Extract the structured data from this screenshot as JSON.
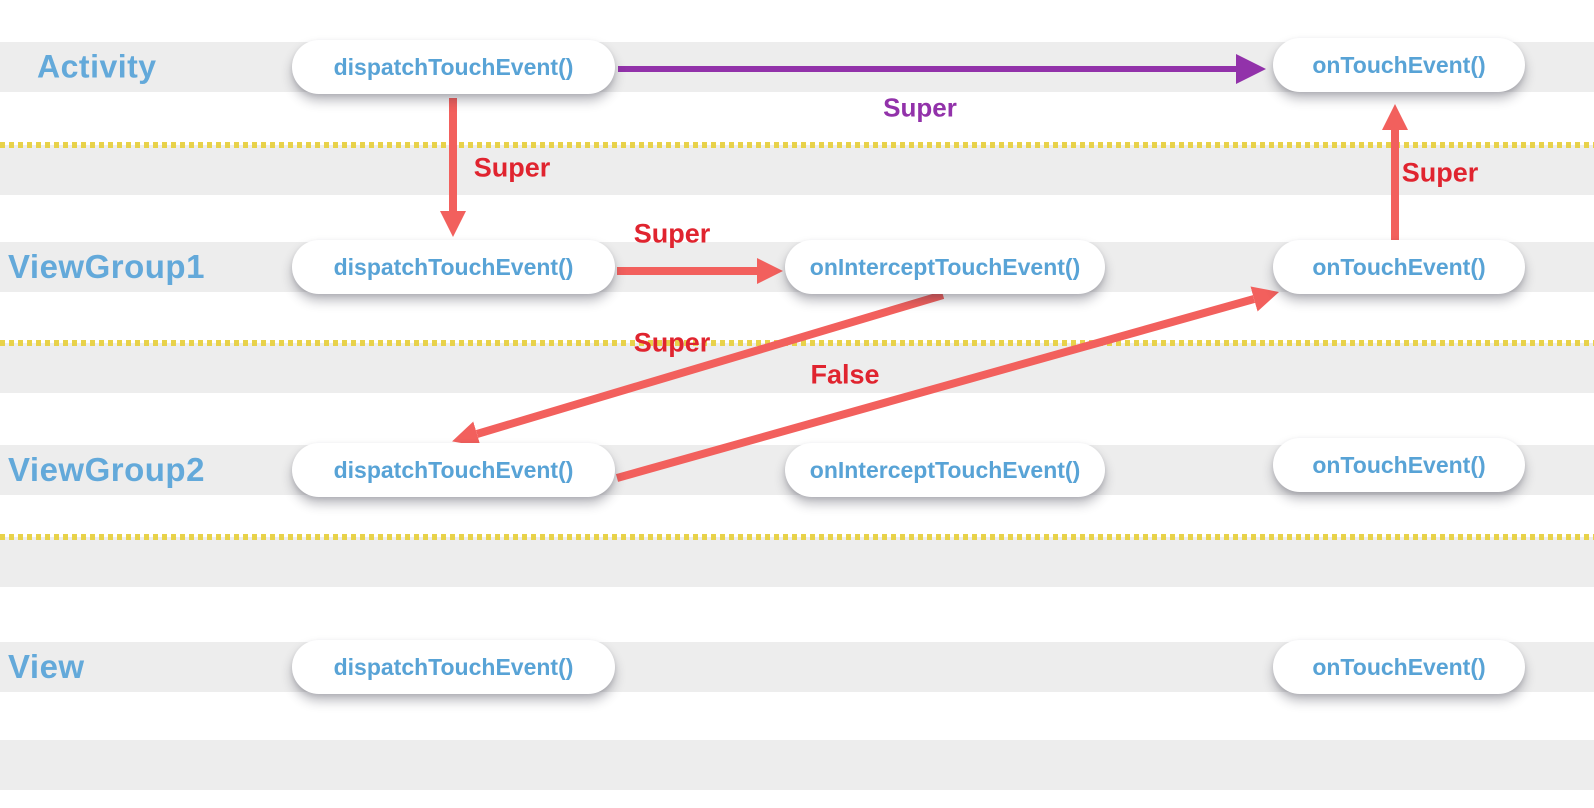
{
  "diagram": {
    "rows": [
      {
        "label": "Activity",
        "nodes": [
          {
            "label": "dispatchTouchEvent()"
          },
          {
            "label": "onTouchEvent()"
          }
        ]
      },
      {
        "label": "ViewGroup1",
        "nodes": [
          {
            "label": "dispatchTouchEvent()"
          },
          {
            "label": "onInterceptTouchEvent()"
          },
          {
            "label": "onTouchEvent()"
          }
        ]
      },
      {
        "label": "ViewGroup2",
        "nodes": [
          {
            "label": "dispatchTouchEvent()"
          },
          {
            "label": "onInterceptTouchEvent()"
          },
          {
            "label": "onTouchEvent()"
          }
        ]
      },
      {
        "label": "View",
        "nodes": [
          {
            "label": "dispatchTouchEvent()"
          },
          {
            "label": "onTouchEvent()"
          }
        ]
      }
    ],
    "arrows": [
      {
        "label": "Super",
        "from": "Activity.dispatchTouchEvent",
        "to": "Activity.onTouchEvent",
        "color": "#9232aa"
      },
      {
        "label": "Super",
        "from": "Activity.dispatchTouchEvent",
        "to": "ViewGroup1.dispatchTouchEvent",
        "color": "#f2605d"
      },
      {
        "label": "Super",
        "from": "ViewGroup1.dispatchTouchEvent",
        "to": "ViewGroup1.onInterceptTouchEvent",
        "color": "#f2605d"
      },
      {
        "label": "Super",
        "from": "ViewGroup1.onInterceptTouchEvent",
        "to": "ViewGroup2.dispatchTouchEvent",
        "color": "#f2605d"
      },
      {
        "label": "False",
        "from": "ViewGroup2.dispatchTouchEvent",
        "to": "ViewGroup1.onTouchEvent",
        "color": "#f2605d"
      },
      {
        "label": "Super",
        "from": "ViewGroup1.onTouchEvent",
        "to": "Activity.onTouchEvent",
        "color": "#f2605d"
      }
    ],
    "colors": {
      "node_text_blue": "#58a3d6",
      "row_label_blue": "#63a9da",
      "arrow_red": "#f2605d",
      "label_red": "#e0242f",
      "purple": "#9232aa",
      "stripe_gray": "#ededed",
      "separator_yellow": "#e8d24a"
    }
  }
}
